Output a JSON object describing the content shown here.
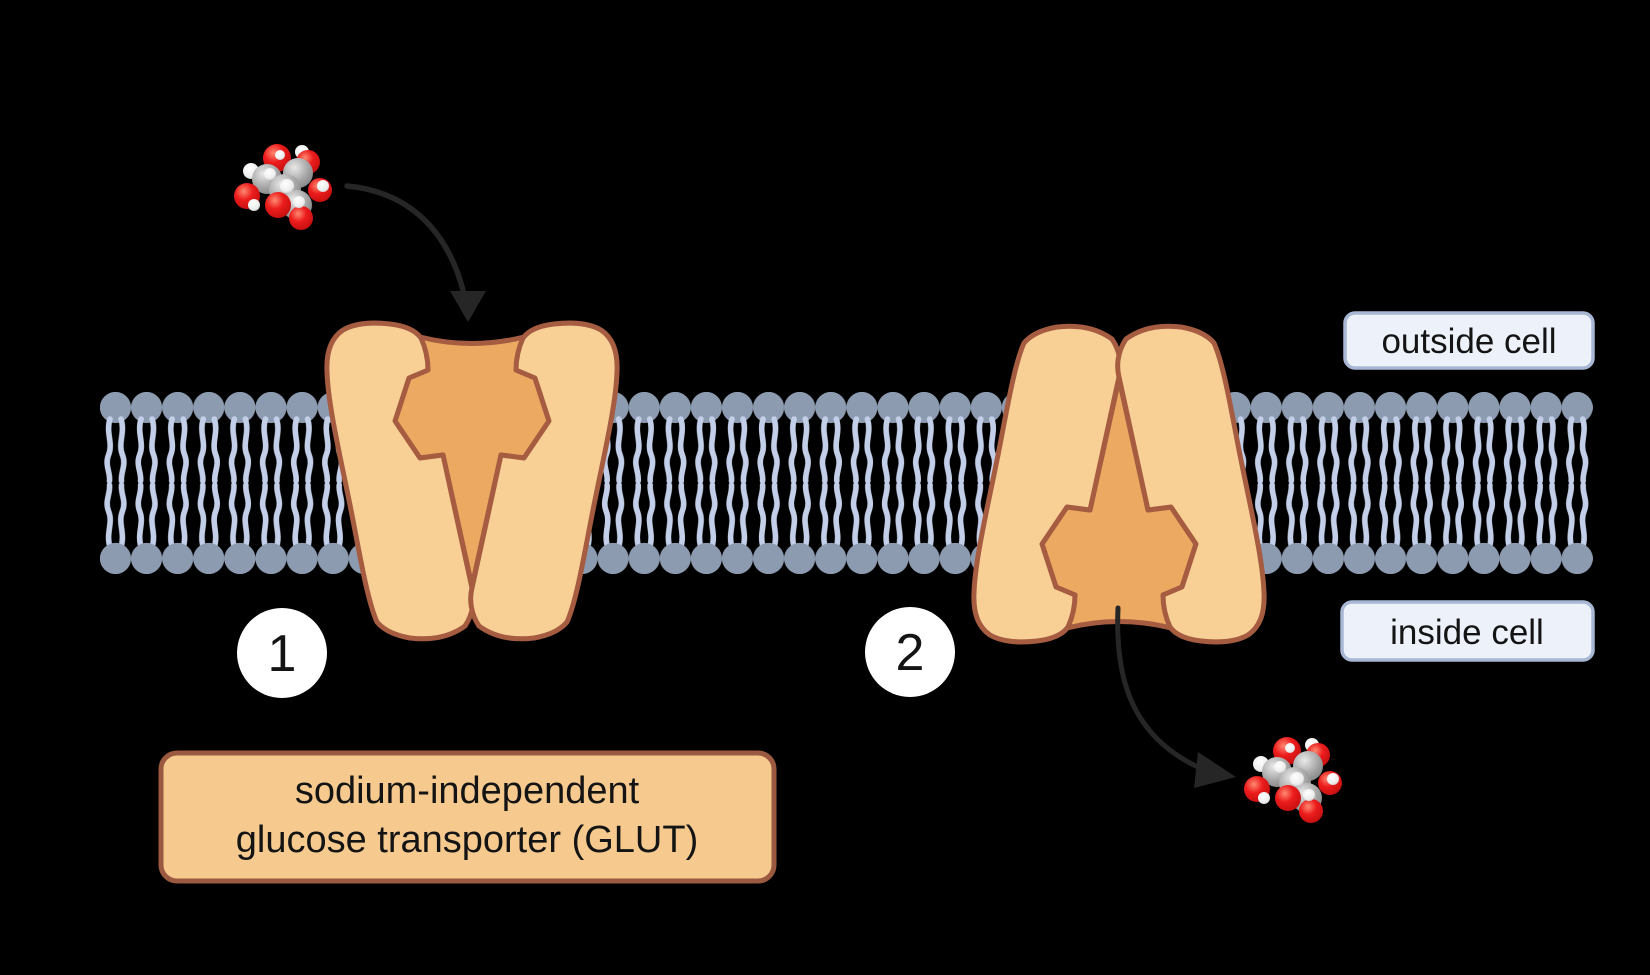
{
  "figure": {
    "background": "#000000",
    "labels": {
      "outside_cell": "outside cell",
      "inside_cell": "inside cell"
    },
    "caption": {
      "line1": "sodium-independent",
      "line2": "glucose transporter (GLUT)"
    },
    "steps": [
      {
        "number": "1"
      },
      {
        "number": "2"
      }
    ],
    "molecule": {
      "name": "glucose space-filling model",
      "atom_colors": {
        "oxygen": "#E01C1C",
        "carbon": "#9E9E9E",
        "hydrogen": "#F2F2F2"
      }
    },
    "colors": {
      "membrane_head": "#8D9BB1",
      "membrane_tail": "#C3CFE8",
      "transporter_body": "#F8D096",
      "transporter_channel": "#EBA962",
      "transporter_outline": "#A55C41",
      "caption_box_fill": "#F6CA8F",
      "caption_box_border": "#9B5A40",
      "region_label_fill": "#ECF1FA",
      "region_label_border": "#A8B7D4",
      "arrow": "#262626",
      "step_badge_fill": "#FFFFFF",
      "text": "#141414"
    }
  }
}
